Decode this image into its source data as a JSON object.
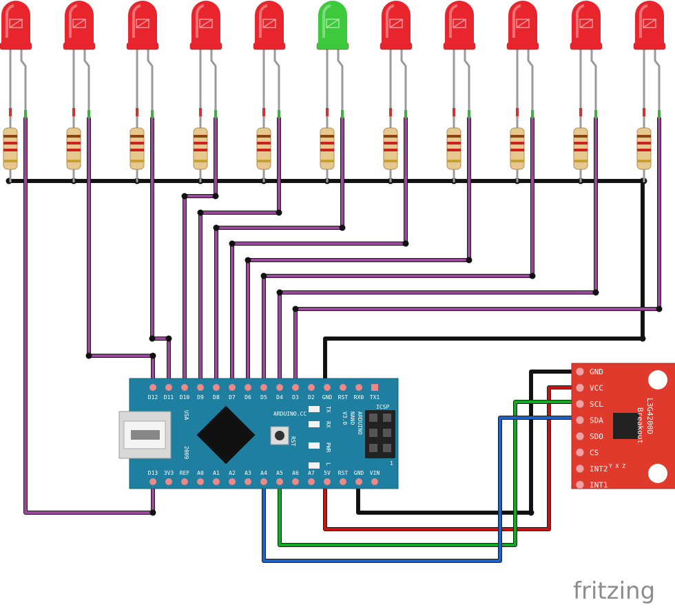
{
  "colors": {
    "led_red": "#e8242c",
    "led_green": "#3cc93c",
    "wire_purple": "#9b4a9b",
    "wire_black": "#111111",
    "wire_red": "#cc1111",
    "wire_green": "#11aa22",
    "wire_blue": "#1a64c8",
    "board_blue": "#1e7fa0",
    "breakout_red": "#e03a2c"
  },
  "leds": {
    "count": 11,
    "green_index": 5
  },
  "arduino": {
    "top_pins": [
      "D12",
      "D11",
      "D10",
      "D9",
      "D8",
      "D7",
      "D6",
      "D5",
      "D4",
      "D3",
      "D2",
      "GND",
      "RST",
      "RX0",
      "TX1"
    ],
    "bottom_pins": [
      "D13",
      "3V3",
      "REF",
      "A0",
      "A1",
      "A2",
      "A3",
      "A4",
      "A5",
      "A6",
      "A7",
      "5V",
      "RST",
      "GND",
      "VIN"
    ],
    "led_labels": [
      "TX",
      "RX",
      "PWR",
      "L"
    ],
    "brand": "ARDUINO.CC",
    "model_lines": [
      "ARDUINO",
      "NANO",
      "V3.0"
    ],
    "icsp": "ICSP",
    "rst": "RST",
    "usa": "USA",
    "year": "2009",
    "pin1": "1"
  },
  "breakout": {
    "pins": [
      "GND",
      "VCC",
      "SCL",
      "SDA",
      "SDO",
      "CS",
      "INT2",
      "INT1"
    ],
    "chip": "L3G4200D",
    "subtitle": "Breakout",
    "axes": "Y X Z"
  },
  "brand_mark": "fritzing"
}
